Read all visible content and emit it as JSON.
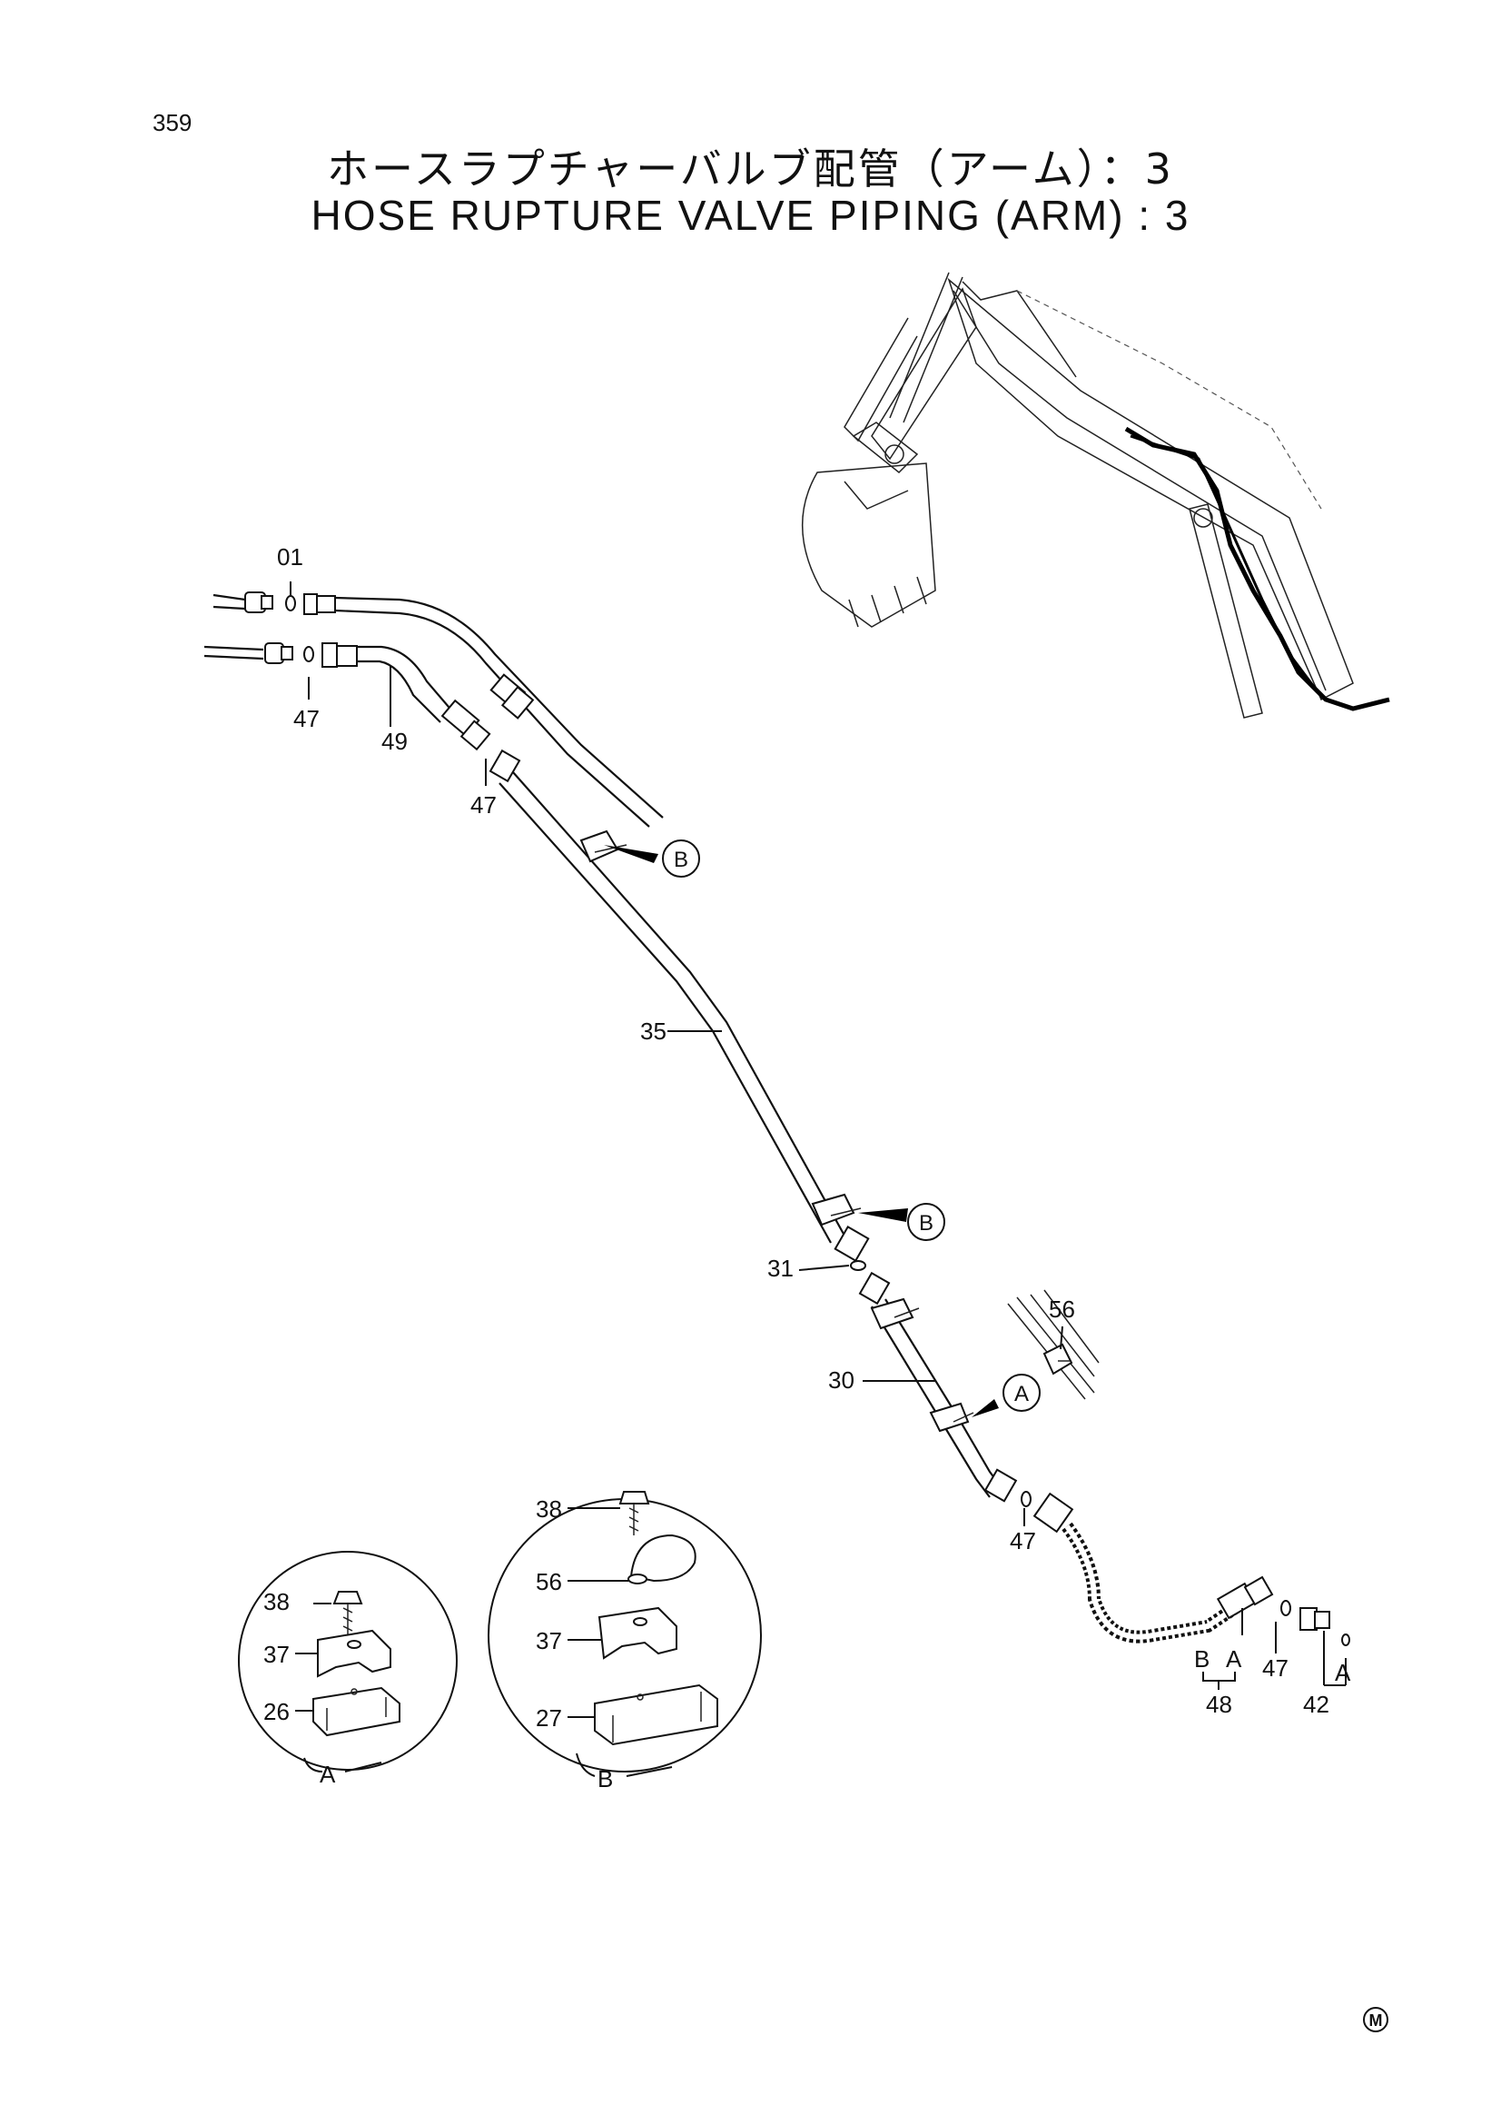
{
  "page_number": "359",
  "title_jp": "ホースラプチャーバルブ配管（アーム）：3",
  "title_en": "HOSE RUPTURE VALVE PIPING (ARM) : 3",
  "callouts": {
    "p01": "01",
    "p47a": "47",
    "p49": "49",
    "p47b": "47",
    "p35": "35",
    "p31": "31",
    "p30": "30",
    "p56": "56",
    "p47c": "47",
    "p48": "48",
    "p48b": "B",
    "p48a": "A",
    "p47d": "47",
    "p42": "42",
    "p42a": "A"
  },
  "clamp_refs": {
    "b1": "B",
    "b2": "B",
    "a1": "A"
  },
  "detail_a": {
    "label": "A",
    "parts": {
      "p38": "38",
      "p37": "37",
      "p26": "26"
    }
  },
  "detail_b": {
    "label": "B",
    "parts": {
      "p38": "38",
      "p56": "56",
      "p37": "37",
      "p27": "27"
    }
  },
  "corner_mark": "M"
}
